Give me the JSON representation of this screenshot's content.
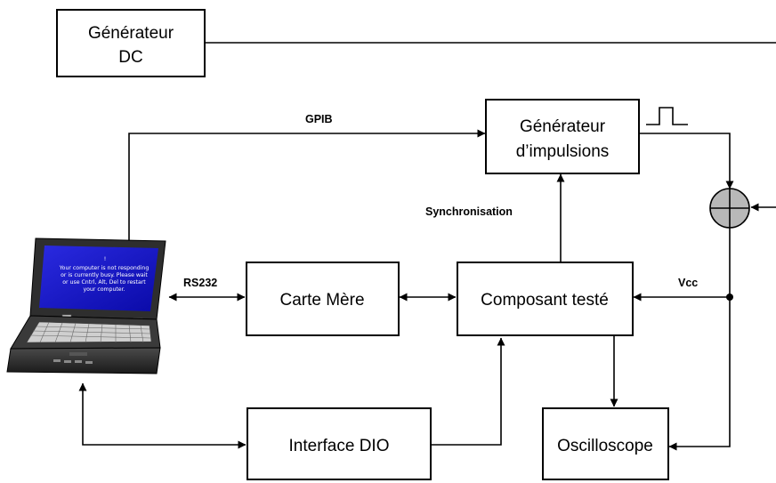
{
  "blocks": {
    "generateur_dc": {
      "lines": [
        "Générateur",
        "DC"
      ]
    },
    "generateur_impulsions": {
      "lines": [
        "Générateur",
        "d’impulsions"
      ]
    },
    "carte_mere": {
      "lines": [
        "Carte Mère"
      ]
    },
    "composant_teste": {
      "lines": [
        "Composant testé"
      ]
    },
    "interface_dio": {
      "lines": [
        "Interface DIO"
      ]
    },
    "oscilloscope": {
      "lines": [
        "Oscilloscope"
      ]
    }
  },
  "links": {
    "gpib": "GPIB",
    "synchronisation": "Synchronisation",
    "rs232": "RS232",
    "vcc": "Vcc"
  },
  "laptop_screen": {
    "symbol": "!",
    "lines": [
      "Your computer is not responding",
      "or is currently busy. Please wait",
      "or use Cntrl, Alt, Del to restart",
      "your computer."
    ]
  },
  "colors": {
    "screen": "#1010c8",
    "adder": "#b8b8b8",
    "laptop_body": "#2c2c2c"
  }
}
